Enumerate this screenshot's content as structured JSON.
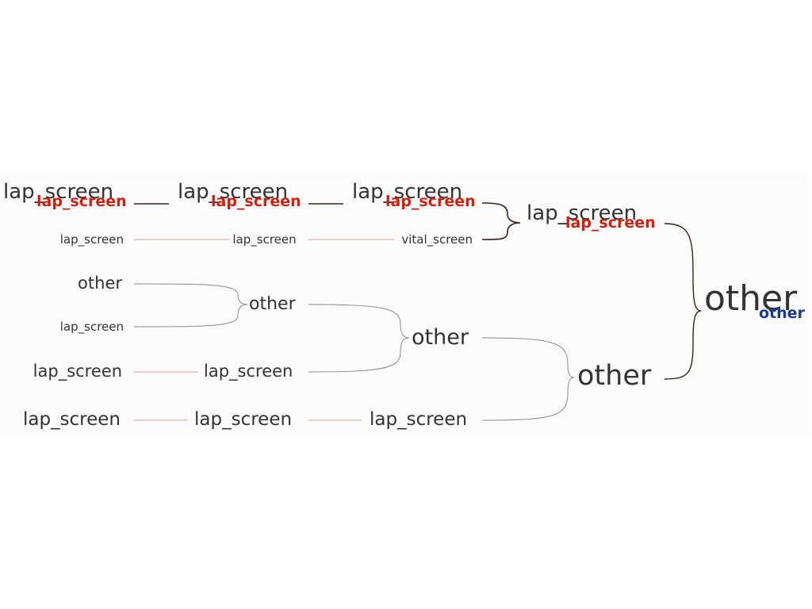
{
  "diagram": {
    "colors": {
      "background": "#ffffff",
      "panel": "#fbfbfc",
      "node_text": "#333333",
      "prediction_red": "#cc2211",
      "prediction_blue": "#1a3a8a",
      "connector_brown": "#3a2418",
      "connector_light": "#d8a08c",
      "connector_gray": "#8a8a8a"
    },
    "rows": [
      {
        "stage1": "lap_screen",
        "stage1_pred": "lap_screen",
        "stage2": "lap_screen",
        "stage2_pred": "lap_screen",
        "stage3": "lap_screen",
        "stage3_pred": "lap_screen"
      },
      {
        "stage1": "lap_screen",
        "stage2": "lap_screen",
        "stage3": "vital_screen"
      },
      {
        "stage1": "other"
      },
      {
        "stage1": "lap_screen"
      },
      {
        "stage1": "lap_screen",
        "stage2": "lap_screen"
      },
      {
        "stage1": "lap_screen",
        "stage2": "lap_screen",
        "stage3": "lap_screen"
      }
    ],
    "merges": {
      "rows3_4": "other",
      "group_mid": "other",
      "group_top": "lap_screen",
      "group_top_pred": "lap_screen",
      "group_bottom": "other",
      "final": "other",
      "final_pred": "other"
    }
  }
}
